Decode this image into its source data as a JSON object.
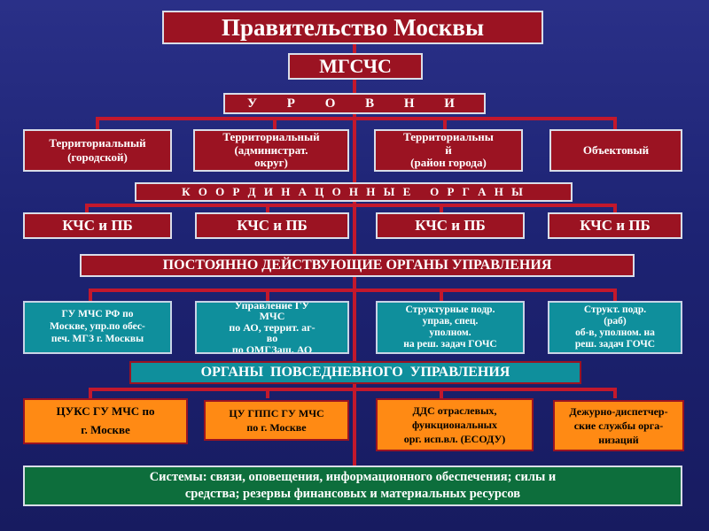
{
  "header": {
    "title": "Правительство Москвы",
    "subtitle": "МГСЧС"
  },
  "levels": {
    "label": "У Р О В Н И",
    "items": [
      "Территориальный\n(городской)",
      "Территориальный\n(администрат.\nокруг)",
      "Территориальны\nй\n(район города)",
      "Объектовый"
    ]
  },
  "coordination": {
    "label": "К О О Р Д И Н А Ц О Н Н Ы Е   О Р Г А Н Ы",
    "items": [
      "КЧС и ПБ",
      "КЧС и ПБ",
      "КЧС и ПБ",
      "КЧС и ПБ"
    ]
  },
  "permanent": {
    "label": "ПОСТОЯННО ДЕЙСТВУЮЩИЕ ОРГАНЫ УПРАВЛЕНИЯ",
    "items": [
      "ГУ МЧС РФ по\nМоскве, упр.по обес-\nпеч. МГЗ г. Москвы",
      "Управление ГУ\nМЧС\nпо АО, террит. аг-\nво\nпо ОМГЗащ. АО",
      "Структурные подр.\nуправ, спец.\nуполном.\nна реш. задач ГОЧС",
      "Структ. подр.\n(раб)\nоб-в, уполном. на\nреш. задач ГОЧС"
    ]
  },
  "daily": {
    "label": "ОРГАНЫ  ПОВСЕДНЕВНОГО  УПРАВЛЕНИЯ",
    "items": [
      "ЦУКС ГУ  МЧС по\nг. Москве",
      "ЦУ ГППС ГУ МЧС\nпо г. Москве",
      "ДДС отраслевых,\nфункциональных\nорг. исп.вл. (ЕСОДУ)",
      "Дежурно-диспетчер-\nские службы орга-\nнизаций"
    ]
  },
  "systems": {
    "text": "Системы: связи, оповещения, информационного обеспечения; силы и\nсредства; резервы финансовых и материальных ресурсов"
  }
}
